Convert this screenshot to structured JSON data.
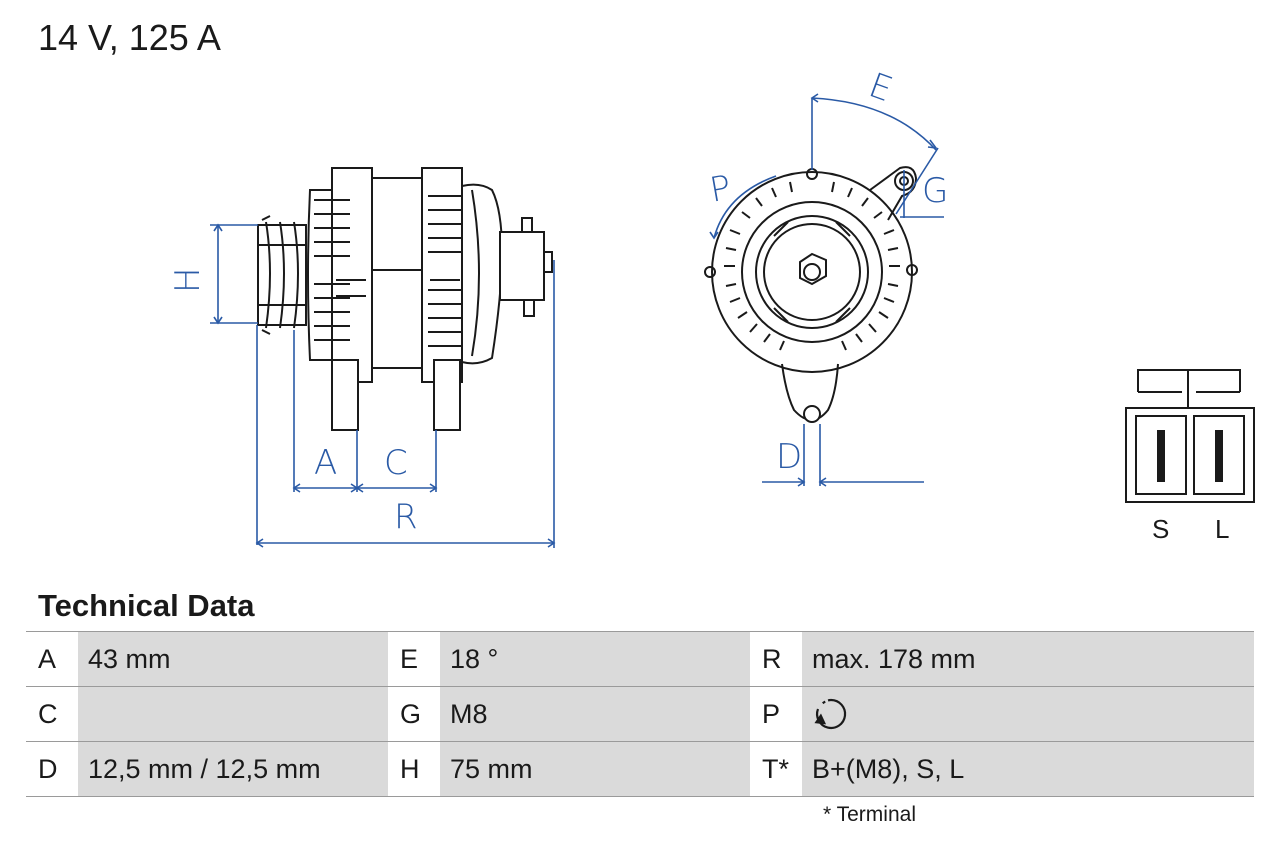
{
  "title": "14 V, 125 A",
  "dimension_labels": {
    "A": "A",
    "C": "C",
    "R": "R",
    "H": "H",
    "E": "E",
    "P": "P",
    "G": "G",
    "D": "D"
  },
  "connector": {
    "left": "S",
    "right": "L"
  },
  "technical_data": {
    "heading": "Technical Data",
    "rows": [
      {
        "k1": "A",
        "v1": "43 mm",
        "k2": "E",
        "v2": "18 °",
        "k3": "R",
        "v3": "max. 178 mm"
      },
      {
        "k1": "C",
        "v1": "",
        "k2": "G",
        "v2": "M8",
        "k3": "P",
        "v3_icon": "clockwise-rotation-icon"
      },
      {
        "k1": "D",
        "v1": "12,5 mm / 12,5 mm",
        "k2": "H",
        "v2": "75 mm",
        "k3": "T*",
        "v3": "B+(M8), S, L"
      }
    ],
    "footnote": "* Terminal"
  },
  "colors": {
    "dimension_line": "#2a5aa6",
    "outline": "#1a1a1a",
    "table_shade": "#dadada"
  }
}
